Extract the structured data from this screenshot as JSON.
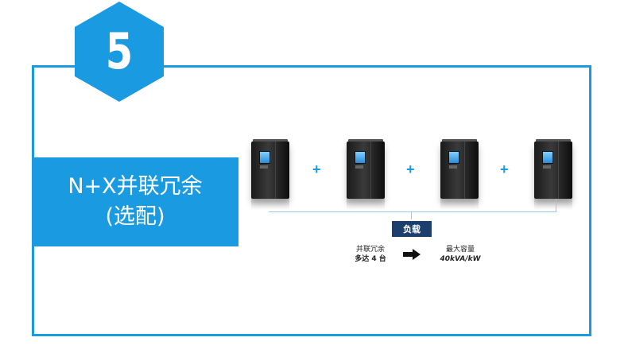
{
  "badge": {
    "number": "5",
    "color": "#1a9ae0"
  },
  "feature": {
    "title_line1": "N+X并联冗余",
    "title_line2": "(选配)"
  },
  "diagram": {
    "units": [
      "ups-unit-1",
      "ups-unit-2",
      "ups-unit-3",
      "ups-unit-4"
    ],
    "plus_symbol": "+",
    "load_label": "负载",
    "left_caption_line1": "并联冗余",
    "left_caption_line2": "多达 4 台",
    "right_caption_line1": "最大容量",
    "right_caption_line2": "40kVA/kW"
  },
  "colors": {
    "accent": "#1a9ae0",
    "load_box": "#1c3f6e",
    "bus_line": "#9cc7e6"
  }
}
